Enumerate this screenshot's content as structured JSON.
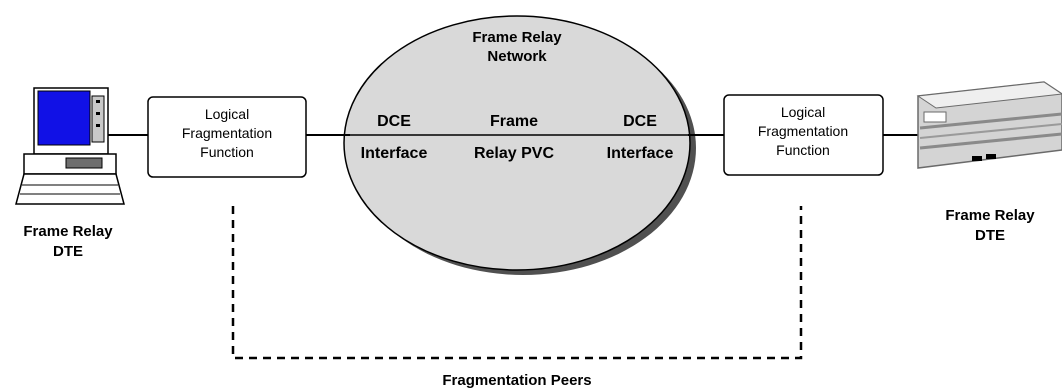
{
  "network": {
    "title_line1": "Frame Relay",
    "title_line2": "Network",
    "left_dce_line1": "DCE",
    "left_dce_line2": "Interface",
    "pvc_line1": "Frame",
    "pvc_line2": "Relay PVC",
    "right_dce_line1": "DCE",
    "right_dce_line2": "Interface"
  },
  "left_box": {
    "line1": "Logical",
    "line2": "Fragmentation",
    "line3": "Function"
  },
  "right_box": {
    "line1": "Logical",
    "line2": "Fragmentation",
    "line3": "Function"
  },
  "left_device": {
    "label_line1": "Frame Relay",
    "label_line2": "DTE",
    "icon": "computer-icon"
  },
  "right_device": {
    "label_line1": "Frame Relay",
    "label_line2": "DTE",
    "icon": "router-icon"
  },
  "peers_label": "Fragmentation Peers",
  "colors": {
    "cloud_fill": "#d9d9d9",
    "screen": "#1111e6",
    "line": "#000000"
  }
}
